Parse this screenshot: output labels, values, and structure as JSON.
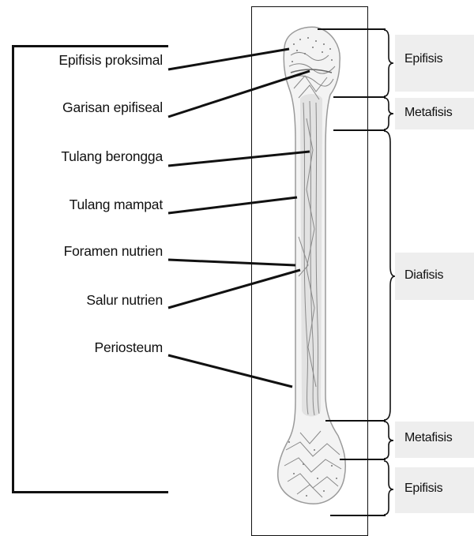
{
  "left_labels": [
    "Epifisis proksimal",
    "Garisan epifiseal",
    "Tulang berongga",
    "Tulang mampat",
    "Foramen nutrien",
    "Salur nutrien",
    "Periosteum"
  ],
  "right_labels": [
    "Epifisis",
    "Metafisis",
    "Diafisis",
    "Metafisis",
    "Epifisis"
  ]
}
